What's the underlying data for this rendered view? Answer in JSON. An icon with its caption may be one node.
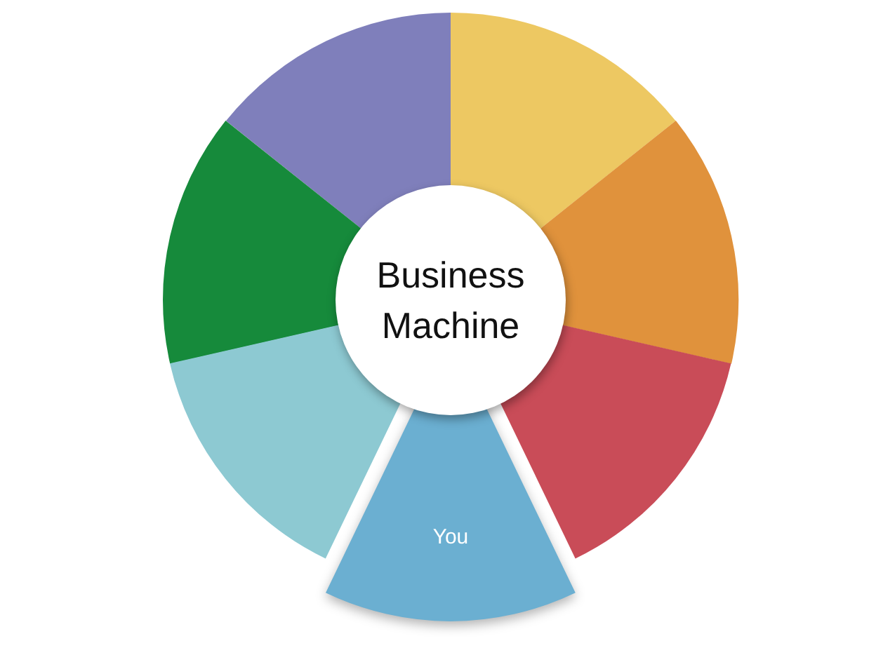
{
  "diagram": {
    "nodes": [
      {
        "text": [],
        "shape": "wedge"
      },
      {
        "text": [],
        "shape": "wedge"
      },
      {
        "text": [],
        "shape": "wedge"
      },
      {
        "text": [
          "Business Machine"
        ]
      },
      {
        "text": [],
        "shape": "wedge"
      },
      {
        "text": [],
        "shape": "wedge"
      },
      {
        "text": [],
        "shape": "wedge"
      },
      {
        "text": [
          "You"
        ]
      }
    ]
  }
}
